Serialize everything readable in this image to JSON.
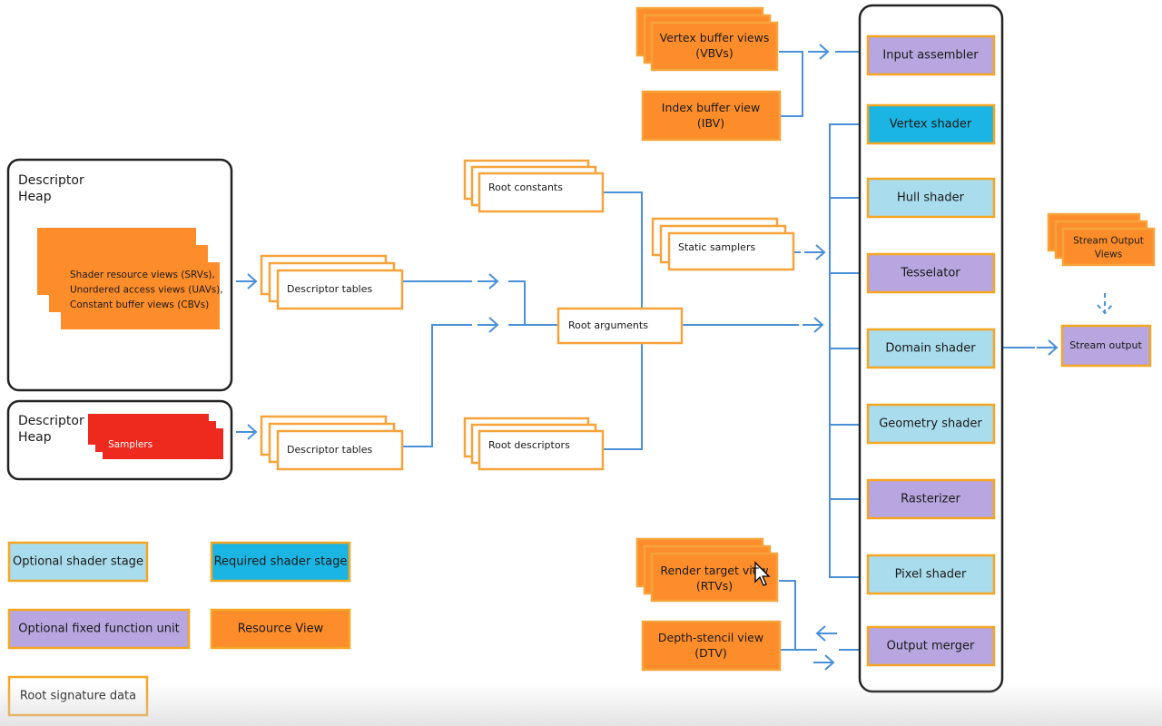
{
  "colors": {
    "orange": "#fd8c2a",
    "orange_border": "#f6a33a",
    "red": "#ee2a1f",
    "light_blue": "#a9dcec",
    "required_blue": "#1ab5e2",
    "purple": "#b7a6df",
    "stage_border": "#f5a623",
    "connector": "#4a90d9",
    "panel_border": "#222222"
  },
  "heaps": {
    "heap1_label": [
      "Descriptor",
      "Heap"
    ],
    "heap1_views": [
      "Shader resource views (SRVs),",
      "Unordered access views (UAVs),",
      "Constant buffer views (CBVs)"
    ],
    "heap2_label": [
      "Descriptor",
      "Heap"
    ],
    "heap2_samplers": "Samplers"
  },
  "root_signature": {
    "descriptor_tables_1": "Descriptor tables",
    "descriptor_tables_2": "Descriptor tables",
    "root_constants": "Root constants",
    "root_descriptors": "Root descriptors",
    "root_arguments": "Root arguments",
    "static_samplers": "Static samplers"
  },
  "resource_views": {
    "vbv": [
      "Vertex buffer views",
      "(VBVs)"
    ],
    "ibv": [
      "Index buffer view",
      "(IBV)"
    ],
    "rtv": [
      "Render target view",
      "(RTVs)"
    ],
    "dsv": [
      "Depth-stencil view",
      "(DTV)"
    ],
    "stream_output_views": [
      "Stream Output",
      "Views"
    ]
  },
  "pipeline": {
    "stages": [
      {
        "label": "Input assembler",
        "kind": "fixed"
      },
      {
        "label": "Vertex shader",
        "kind": "required"
      },
      {
        "label": "Hull shader",
        "kind": "optional"
      },
      {
        "label": "Tesselator",
        "kind": "fixed"
      },
      {
        "label": "Domain shader",
        "kind": "optional"
      },
      {
        "label": "Geometry shader",
        "kind": "optional"
      },
      {
        "label": "Rasterizer",
        "kind": "fixed"
      },
      {
        "label": "Pixel shader",
        "kind": "optional"
      },
      {
        "label": "Output merger",
        "kind": "fixed"
      }
    ],
    "stream_output": "Stream output"
  },
  "legend": {
    "optional_shader": "Optional shader stage",
    "required_shader": "Required shader stage",
    "fixed_function": "Optional fixed function unit",
    "resource_view": "Resource View",
    "root_signature_data": "Root signature data"
  }
}
